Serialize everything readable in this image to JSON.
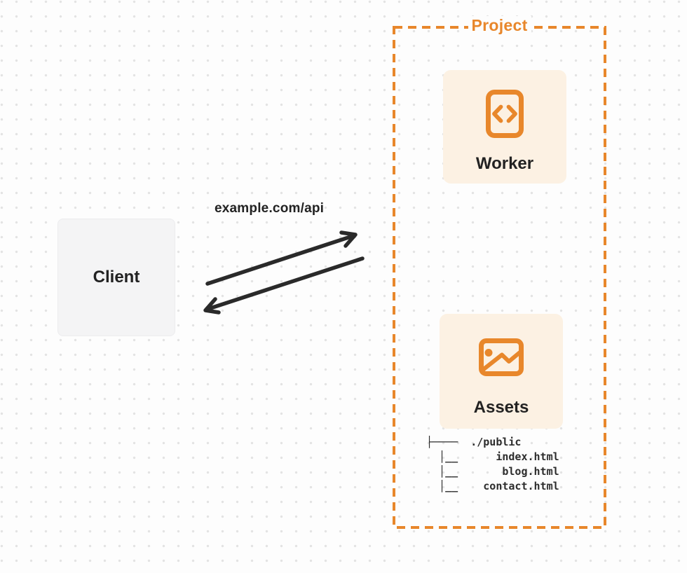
{
  "client": {
    "label": "Client"
  },
  "request_label": "example.com/api",
  "project": {
    "label": "Project",
    "worker": {
      "label": "Worker",
      "icon": "code-document-icon"
    },
    "assets": {
      "label": "Assets",
      "icon": "image-icon"
    },
    "file_tree": "├────  ./public\n  │__      index.html\n  │__       blog.html\n  │__    contact.html"
  },
  "arrows": {
    "request": {
      "from": "client",
      "to": "project",
      "label": "example.com/api"
    },
    "response": {
      "from": "project",
      "to": "client",
      "label": ""
    }
  },
  "colors": {
    "accent": "#E8872B",
    "card": "#FCF1E3",
    "client": "#F4F4F5",
    "ink": "#222222",
    "arrow": "#2A2A2A",
    "tree": "#2D2D2D",
    "dot": "#E3E3E3",
    "page": "#FDFDFD"
  }
}
